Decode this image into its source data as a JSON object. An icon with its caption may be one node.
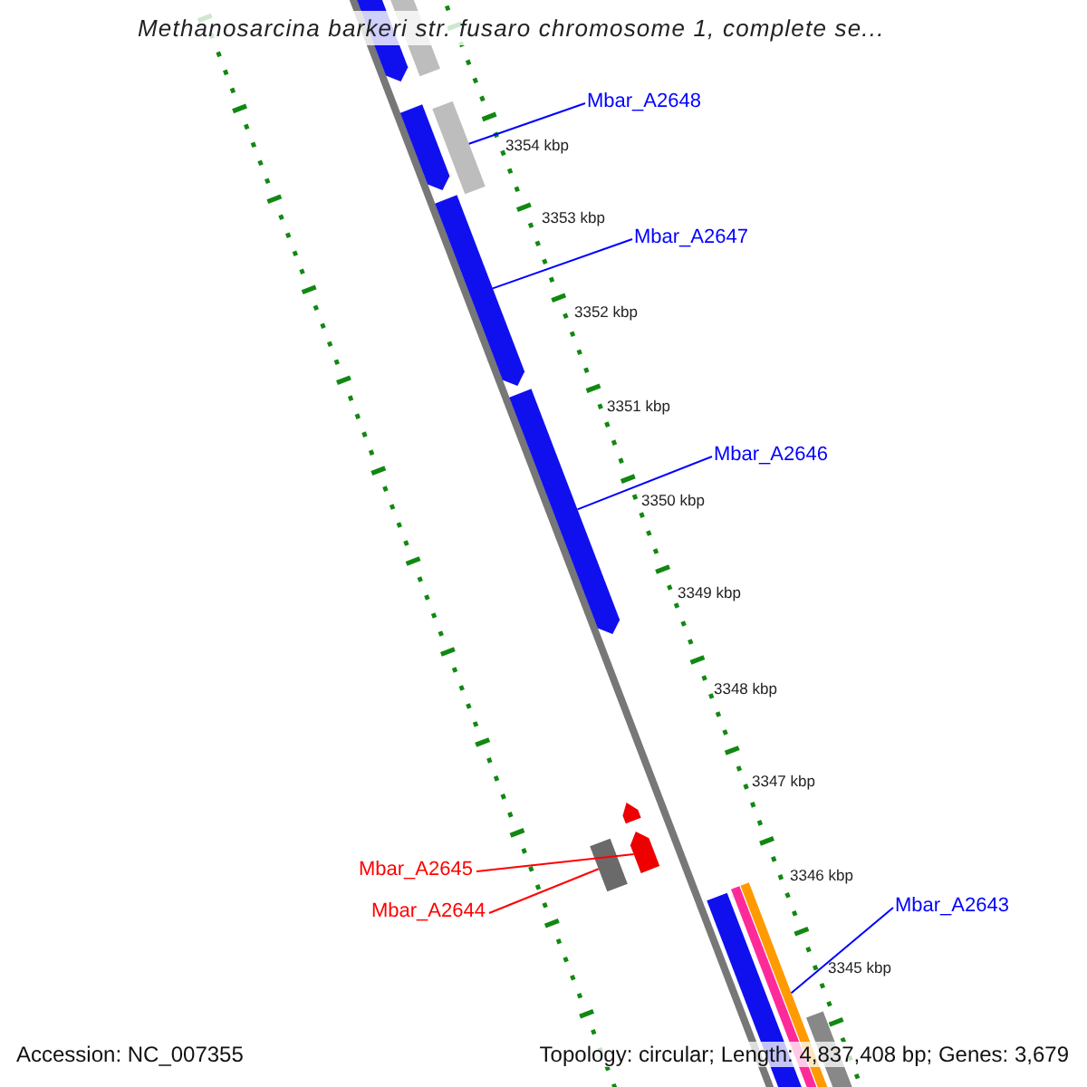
{
  "diagram": {
    "title": "Methanosarcina barkeri str. fusaro chromosome 1, complete se...",
    "nodes": [
      {
        "text": [
          "Mbar_A2648"
        ]
      },
      {
        "text": [],
        "shape": "bar"
      },
      {
        "text": [
          "Mbar_A2647"
        ]
      },
      {
        "text": [],
        "shape": "bar"
      },
      {
        "text": [
          "Mbar_A2646"
        ]
      },
      {
        "text": [],
        "shape": "bar"
      },
      {
        "text": [
          "Mbar_A2645"
        ]
      },
      {
        "text": [],
        "shape": "bar"
      },
      {
        "text": [
          "Mbar_A2644"
        ]
      },
      {
        "text": [],
        "shape": "bar"
      },
      {
        "text": [
          "Mbar_A2643"
        ]
      },
      {
        "text": [],
        "shape": "bar"
      },
      {
        "text": [],
        "shape": "bar"
      },
      {
        "text": [],
        "shape": "bar"
      },
      {
        "text": [],
        "shape": "bar"
      },
      {
        "text": [],
        "shape": "bar"
      },
      {
        "text": [],
        "shape": "bar"
      },
      {
        "text": [],
        "shape": "bar"
      },
      {
        "text": [],
        "shape": "bar"
      }
    ],
    "edges": [
      {
        "from": 0,
        "to": 1,
        "arrow": "none"
      },
      {
        "from": 2,
        "to": 3,
        "arrow": "none"
      },
      {
        "from": 4,
        "to": 5,
        "arrow": "none"
      },
      {
        "from": 6,
        "to": 7,
        "arrow": "none",
        "color": "#ff0000"
      },
      {
        "from": 8,
        "to": 9,
        "arrow": "none",
        "color": "#ff0000"
      },
      {
        "from": 10,
        "to": 11,
        "arrow": "none"
      }
    ],
    "labels": [
      "3354 kbp",
      "3353 kbp",
      "3352 kbp",
      "3351 kbp",
      "3350 kbp",
      "3349 kbp",
      "3348 kbp",
      "3347 kbp",
      "3346 kbp",
      "3345 kbp",
      "Accession: NC_007355",
      "Topology: circular; Length: 4,837,408 bp; Genes: 3,679"
    ]
  }
}
